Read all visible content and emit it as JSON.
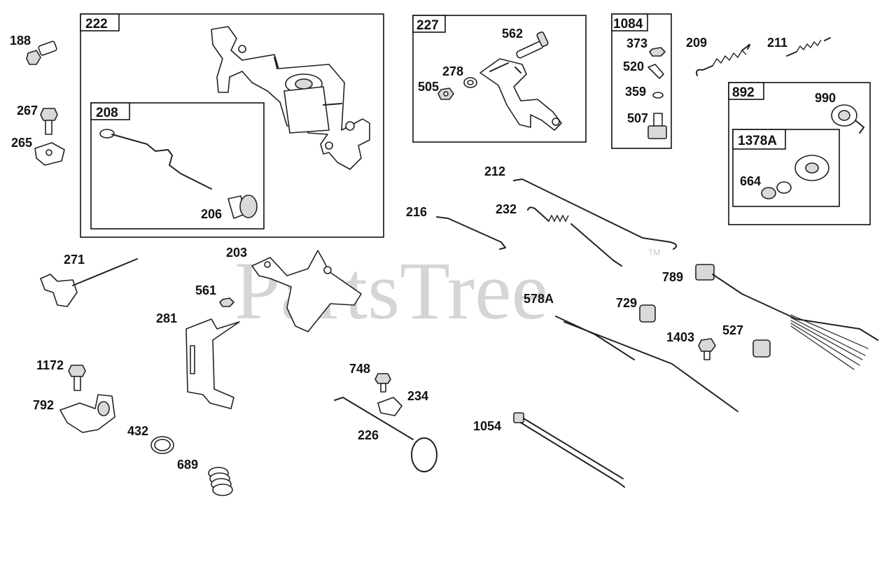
{
  "watermark": {
    "text": "PartsTree",
    "trademark": "TM"
  },
  "group_boxes": [
    "222",
    "208",
    "227",
    "1084",
    "892",
    "1378A"
  ],
  "callouts": [
    "188",
    "222",
    "208",
    "206",
    "267",
    "265",
    "227",
    "562",
    "278",
    "505",
    "1084",
    "373",
    "520",
    "359",
    "507",
    "209",
    "211",
    "892",
    "990",
    "1378A",
    "664",
    "212",
    "232",
    "216",
    "271",
    "203",
    "561",
    "281",
    "789",
    "578A",
    "729",
    "1403",
    "527",
    "1172",
    "792",
    "748",
    "234",
    "226",
    "1054",
    "432",
    "689"
  ]
}
